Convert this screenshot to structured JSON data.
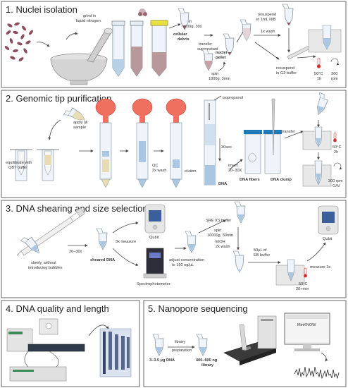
{
  "panels": [
    {
      "title": "1. Nuclei isolation"
    },
    {
      "title": "2. Genomic tip purification"
    },
    {
      "title": "3. DNA shearing and size selection"
    },
    {
      "title": "4. DNA quality and length"
    },
    {
      "title": "5. Nanopore sequencing"
    }
  ],
  "p1": {
    "grind": "grind in",
    "grind2": "liquid nitrogen",
    "spin1a": "spin",
    "spin1b": "100g, 30s",
    "debris": "cellular",
    "debris2": "debris",
    "transfer": "transfer",
    "transfer2": "supernatant",
    "nuclei": "nuclei",
    "nuclei2": "pellet",
    "spin2a": "spin",
    "spin2b": "1800g, 3min",
    "resus1a": "resuspend",
    "resus1b": "in 1mL NIB",
    "wash": "1x wash",
    "resus2a": "resuspend",
    "resus2b": "in G2 buffer",
    "temp": "50°C",
    "time": "1h",
    "rpm1": "300",
    "rpm2": "rpm"
  },
  "p2": {
    "equil1": "equilibrate with",
    "equil2": "QBT buffer",
    "apply1": "apply all",
    "apply2": "sample",
    "qc": "QC",
    "wash": "2x wash",
    "elution": "elution",
    "isoprop": "isopropanol",
    "sec": "30sec",
    "dna": "DNA",
    "invert1": "invert",
    "invert2": "20–30X",
    "fibers": "DNA fibers",
    "clump": "DNA clump",
    "transfer": "transfer",
    "temp": "50°C",
    "time": "2h",
    "rpm1": "300 rpm",
    "rpm2": "O/N"
  },
  "p3": {
    "slowly1": "slowly, without",
    "slowly2": "introducing bubbles",
    "times": "20–30x",
    "sheared": "sheared DNA",
    "measure3": "3x measure",
    "qubit": "Qubit",
    "spectro": "Spectrophotometer",
    "adjust": "adjust concentration",
    "adjust2": "to 150 ng/μL",
    "sre": "SRE XS buffer",
    "spin1": "spin",
    "spin2": "10000g, 30min",
    "etoh1": "EtOH",
    "etoh2": "2x wash",
    "eb1": "50μL of",
    "eb2": "EB buffer",
    "temp": "50°C",
    "time": "20+min",
    "measure2": "measure 2x",
    "qubit2": "Qubit"
  },
  "p5": {
    "dna1": "3–3.5 μg DNA",
    "lib1": "library",
    "lib2": "preparation",
    "out1": "400–600 ng",
    "out2": "library",
    "software": "MinKNOW"
  }
}
